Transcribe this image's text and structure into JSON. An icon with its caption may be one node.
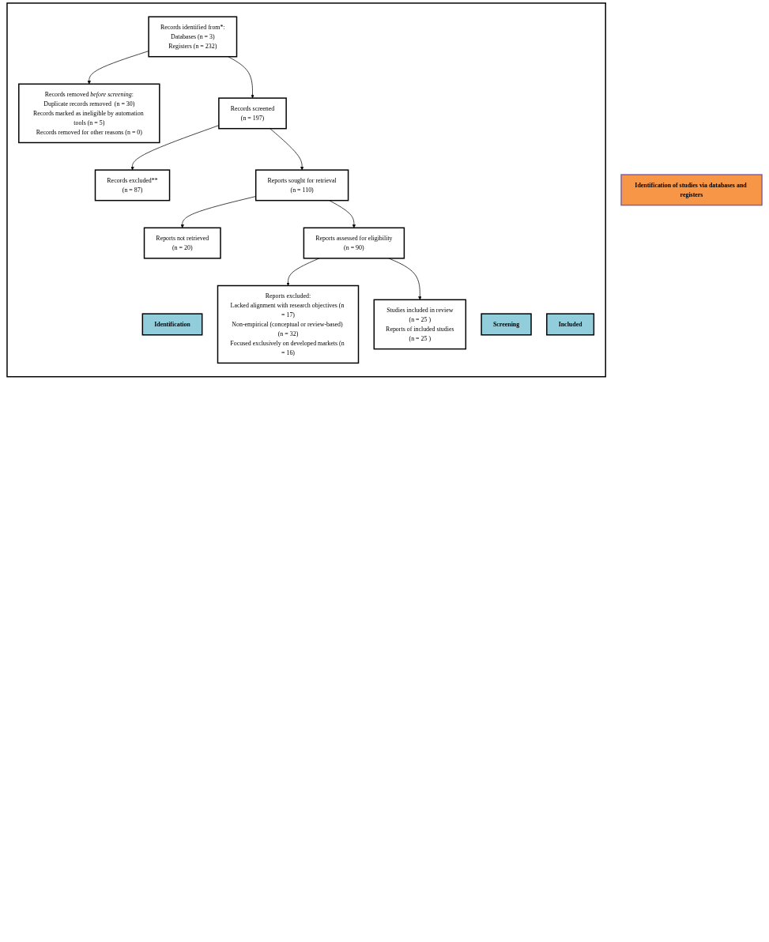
{
  "diagram": {
    "nodes": [
      {
        "text": [
          "Identification of studies via databases and registers"
        ]
      },
      {
        "text": [],
        "shape": "box"
      },
      {
        "text": [
          "Identification"
        ],
        "in": 1
      },
      {
        "text": [
          "Records identified from*:",
          "Databases (n = 3)",
          "Registers (n = 232)"
        ],
        "in": 1
      },
      {
        "text": [
          "Records removed *before screening*:",
          "Duplicate records removed  (n = 30)",
          "Records marked as ineligible by automation tools (n = 5)",
          "Records removed for other reasons (n = 0)"
        ],
        "in": 1
      },
      {
        "text": [
          "Screening"
        ],
        "in": 1
      },
      {
        "text": [
          "Records screened",
          "(n = 197)"
        ],
        "in": 1
      },
      {
        "text": [
          "Records excluded**",
          "(n = 87)"
        ],
        "in": 1
      },
      {
        "text": [
          "Reports sought for retrieval",
          "(n = 110)"
        ],
        "in": 1
      },
      {
        "text": [
          "Reports not retrieved",
          "(n = 20)"
        ],
        "in": 1
      },
      {
        "text": [
          "Reports assessed for eligibility",
          "(n = 90)"
        ],
        "in": 1
      },
      {
        "text": [
          "Reports excluded:",
          "Lacked alignment with research objectives (n = 17)",
          "Non-empirical (conceptual or review-based) (n = 32)",
          "Focused exclusively on developed markets (n = 16)"
        ],
        "in": 1
      },
      {
        "text": [
          "Included"
        ],
        "in": 1
      },
      {
        "text": [
          "Studies included in review",
          "(n = 25 )",
          "Reports of included studies",
          "(n = 25 )"
        ],
        "in": 1
      }
    ],
    "edges": [
      {
        "from": 3,
        "to": 4,
        "arrow": "to"
      },
      {
        "from": 3,
        "to": 6,
        "arrow": "to"
      },
      {
        "from": 6,
        "to": 7,
        "arrow": "to"
      },
      {
        "from": 6,
        "to": 8,
        "arrow": "to"
      },
      {
        "from": 8,
        "to": 9,
        "arrow": "to"
      },
      {
        "from": 8,
        "to": 10,
        "arrow": "to"
      },
      {
        "from": 10,
        "to": 11,
        "arrow": "to"
      },
      {
        "from": 10,
        "to": 13,
        "arrow": "to"
      }
    ]
  }
}
